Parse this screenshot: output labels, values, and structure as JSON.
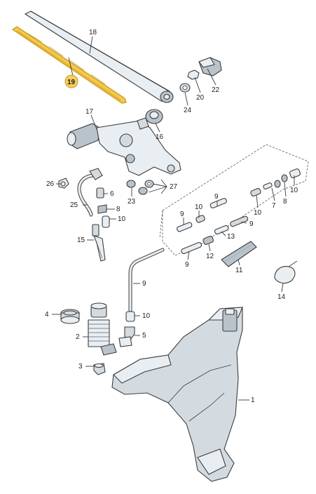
{
  "colors": {
    "highlight": "#f2c94c",
    "highlight_stroke": "#c9971a",
    "highlight_badge": "#f4cf5a"
  },
  "labels": {
    "p18": "18",
    "p19": "19",
    "p22": "22",
    "p20": "20",
    "p24": "24",
    "p17": "17",
    "p16": "16",
    "p26": "26",
    "p6": "6",
    "p25": "25",
    "p8": "8",
    "p10a": "10",
    "p15": "15",
    "p23": "23",
    "p27": "27",
    "p9a": "9",
    "p10b": "10",
    "p9b": "9",
    "p12": "12",
    "p13": "13",
    "p9c": "9",
    "p9d": "9",
    "p11": "11",
    "p10c": "10",
    "p7": "7",
    "p8b": "8",
    "p10d": "10",
    "p9e": "9",
    "p14": "14",
    "p4": "4",
    "p2": "2",
    "p10e": "10",
    "p5": "5",
    "p3": "3",
    "p1": "1"
  }
}
